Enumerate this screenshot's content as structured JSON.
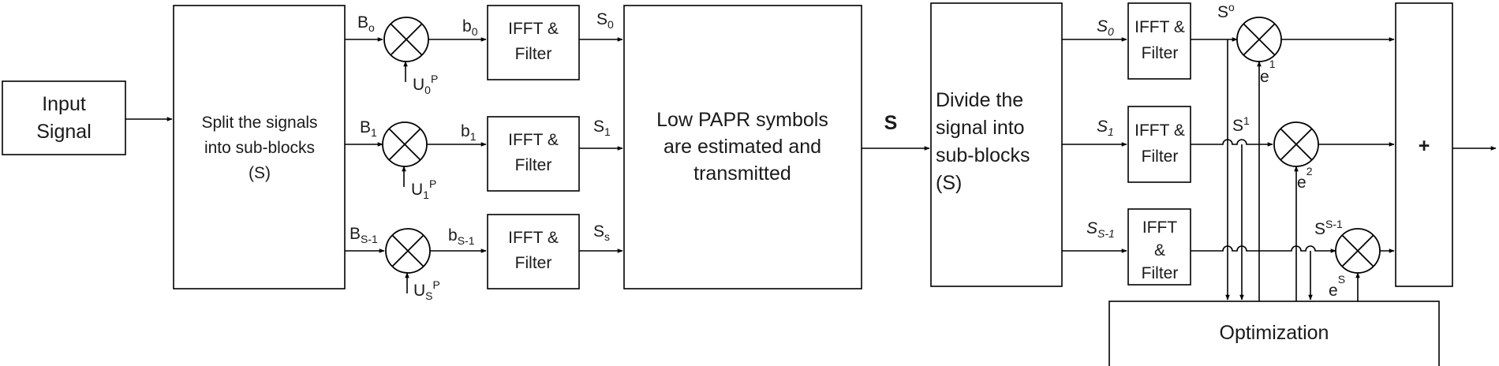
{
  "blocks": {
    "input": [
      "Input",
      "Signal"
    ],
    "split": [
      "Split the  signals",
      "into sub-blocks",
      "(S)"
    ],
    "ifft_lines": [
      "IFFT &",
      "Filter"
    ],
    "ifft_tx3_lines": [
      "IFFT",
      "&",
      "Filter"
    ],
    "low_papr": [
      "Low PAPR symbols",
      "are estimated and",
      "transmitted"
    ],
    "divide": [
      "Divide the",
      "signal into",
      "sub-blocks",
      "(S)"
    ],
    "sum": "+",
    "optimization": "Optimization"
  },
  "labels": {
    "B0": {
      "main": "B",
      "sub": "o"
    },
    "B1": {
      "main": "B",
      "sub": "1"
    },
    "BS1": {
      "main": "B",
      "sub": "S-1"
    },
    "b0": {
      "main": "b",
      "sub": "0"
    },
    "b1": {
      "main": "b",
      "sub": "1"
    },
    "bS1": {
      "main": "b",
      "sub": "S-1"
    },
    "U0": {
      "main": "U",
      "sub": "0",
      "sup": "P"
    },
    "U1": {
      "main": "U",
      "sub": "1",
      "sup": "P"
    },
    "US": {
      "main": "U",
      "sub": "S",
      "sup": "P"
    },
    "S0": {
      "main": "S",
      "sub": "0"
    },
    "S1": {
      "main": "S",
      "sub": "1"
    },
    "Ss": {
      "main": "S",
      "sub": "s"
    },
    "S": "S",
    "rS0": {
      "main": "S",
      "sub": "0"
    },
    "rS1": {
      "main": "S",
      "sub": "1"
    },
    "rSS1": {
      "main": "S",
      "sub": "S-1"
    },
    "so": {
      "main": "S",
      "sup": "o"
    },
    "s1": {
      "main": "S",
      "sup": "1"
    },
    "sS1": {
      "main": "S",
      "sup": "S-1"
    },
    "e1": {
      "main": "e",
      "sup": "1"
    },
    "e2": {
      "main": "e",
      "sup": "2"
    },
    "eS": {
      "main": "e",
      "sup": "S"
    }
  }
}
